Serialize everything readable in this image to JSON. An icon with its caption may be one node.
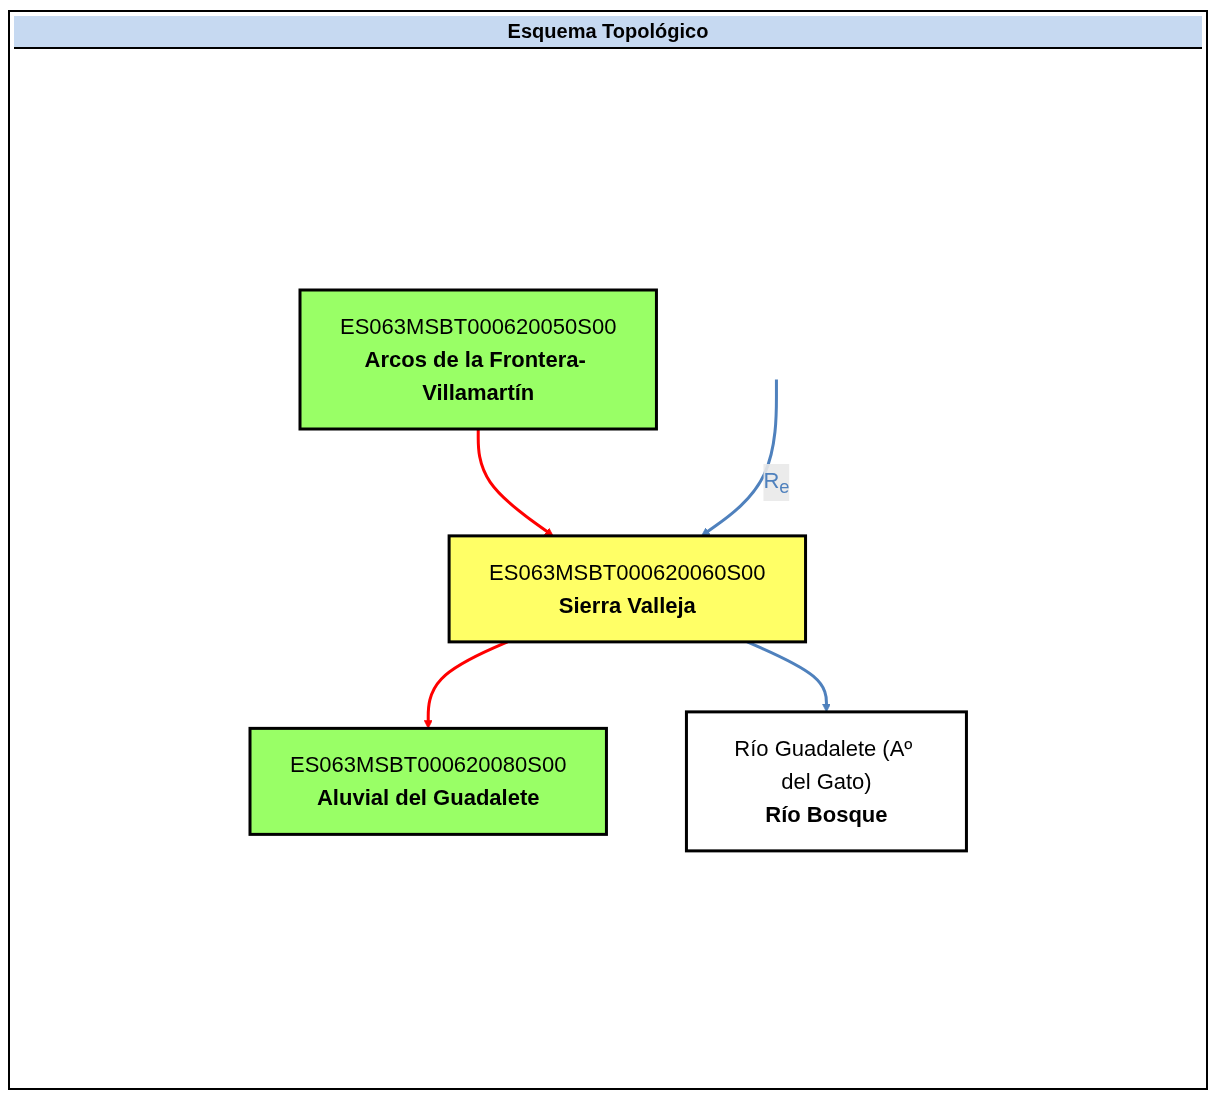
{
  "diagram": {
    "title": "Esquema Topológico",
    "nodes": [
      {
        "text": [
          "ES063MSBT000620050S00",
          "Arcos de la Frontera- Villamartín"
        ]
      },
      {
        "text": [
          "ES063MSBT000620060S00",
          "Sierra Valleja"
        ]
      },
      {
        "text": [
          "ES063MSBT000620080S00",
          "Aluvial del Guadalete"
        ]
      },
      {
        "text": [
          "Río Guadalete (Aº del Gato)",
          "Río Bosque"
        ]
      }
    ],
    "edges": [
      {
        "from": 0,
        "to": 1,
        "arrow": "to",
        "color": "#ff0000"
      },
      {
        "from": 1,
        "to": 2,
        "arrow": "to",
        "color": "#ff0000"
      },
      {
        "from": 1,
        "to": 3,
        "arrow": "to",
        "color": "#4f81bd"
      },
      {
        "from": null,
        "to": 1,
        "arrow": "to",
        "label": "R$_{e}$",
        "color": "#4f81bd"
      }
    ]
  }
}
